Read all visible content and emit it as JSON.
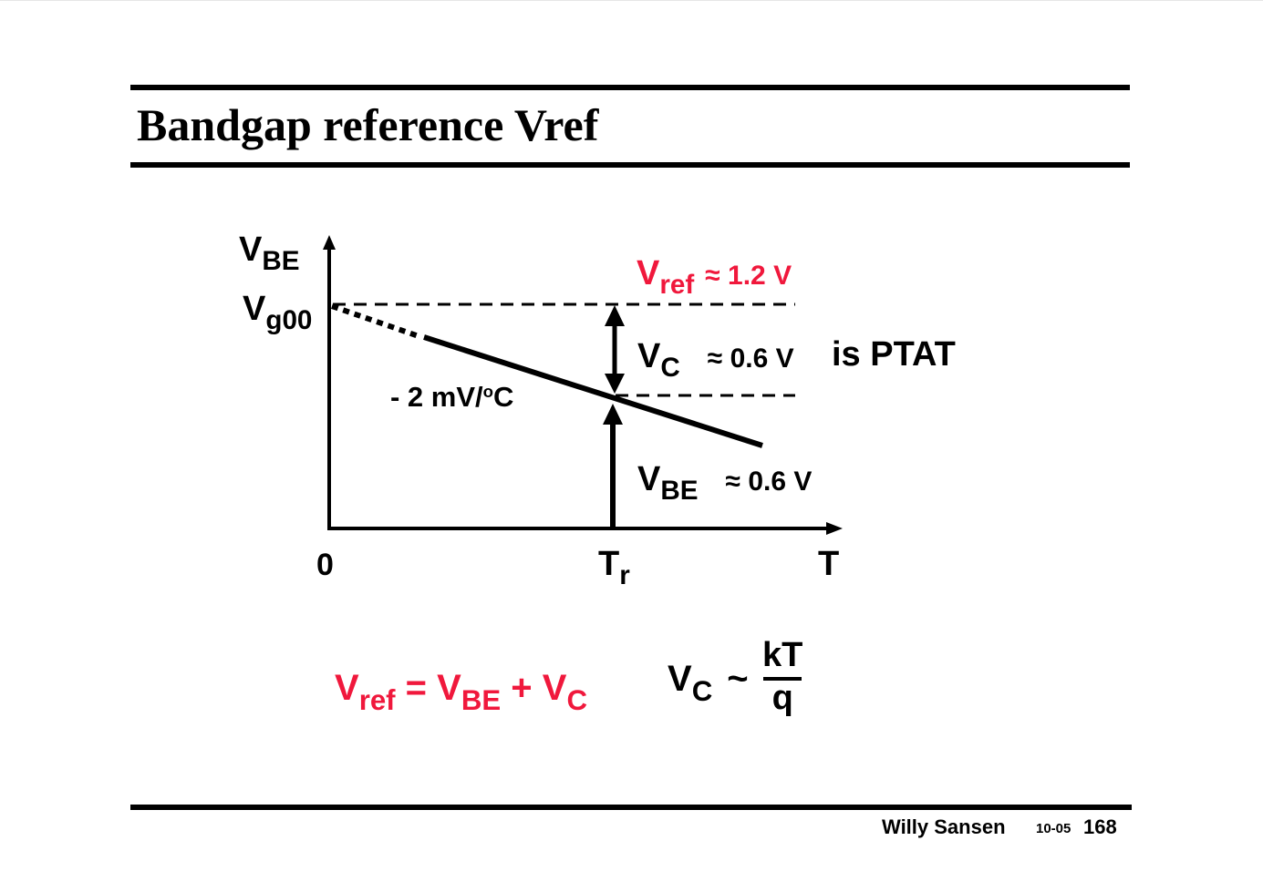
{
  "slide": {
    "title": "Bandgap reference Vref",
    "footer": {
      "author": "Willy Sansen",
      "date_code": "10-05",
      "page_number": "168"
    }
  },
  "diagram": {
    "y_axis_label": {
      "main": "V",
      "sub": "BE"
    },
    "y_tick_label": {
      "main": "V",
      "sub": "g00"
    },
    "x_origin_label": "0",
    "x_tick_label": {
      "main": "T",
      "sub": "r"
    },
    "x_axis_label": "T",
    "slope_label": {
      "prefix": "- 2 mV/",
      "degree": "o",
      "unit": "C"
    },
    "vref_label": {
      "main": "V",
      "sub": "ref",
      "value": "≈ 1.2 V"
    },
    "vc_label": {
      "main": "V",
      "sub": "C",
      "value": "≈ 0.6 V",
      "note": "is PTAT"
    },
    "vbe_label": {
      "main": "V",
      "sub": "BE",
      "value": "≈ 0.6 V"
    },
    "colors": {
      "accent_red": "#f0183c",
      "ink": "#000000"
    }
  },
  "equations": {
    "vref_eq": {
      "lhs_main": "V",
      "lhs_sub": "ref",
      "eq": " = ",
      "t1_main": "V",
      "t1_sub": "BE",
      "plus": " + ",
      "t2_main": "V",
      "t2_sub": "C"
    },
    "vc_prop": {
      "lhs_main": "V",
      "lhs_sub": "C",
      "op": "~",
      "numerator": "kT",
      "denominator": "q"
    }
  }
}
